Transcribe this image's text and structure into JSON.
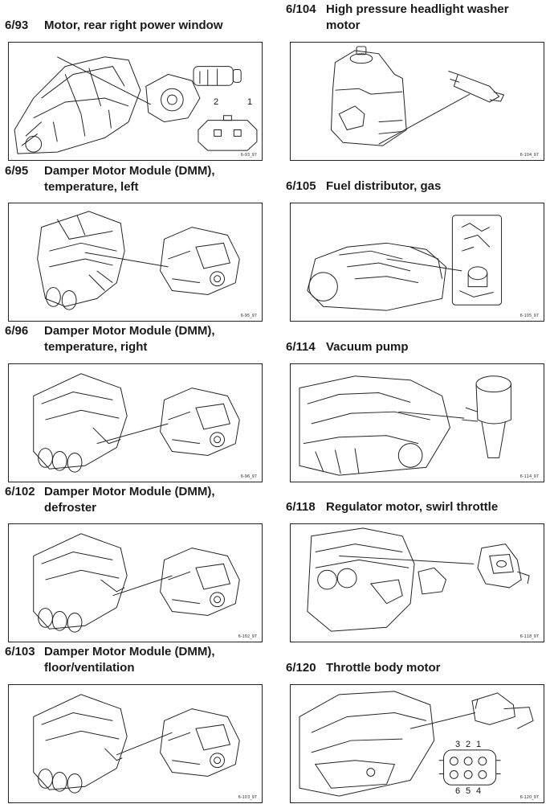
{
  "left_column": [
    {
      "code": "6/93",
      "title_lines": [
        "Motor, rear right power window"
      ],
      "figure_ref": "6-93_97",
      "pins": [
        "2",
        "1"
      ]
    },
    {
      "code": "6/95",
      "title_lines": [
        "Damper Motor Module (DMM),",
        "temperature, left"
      ],
      "figure_ref": "6-95_97"
    },
    {
      "code": "6/96",
      "title_lines": [
        "Damper Motor Module (DMM),",
        "temperature, right"
      ],
      "figure_ref": "6-96_97"
    },
    {
      "code": "6/102",
      "title_lines": [
        "Damper Motor Module (DMM),",
        "defroster"
      ],
      "figure_ref": "6-102_97"
    },
    {
      "code": "6/103",
      "title_lines": [
        "Damper Motor Module (DMM),",
        "floor/ventilation"
      ],
      "figure_ref": "6-103_97"
    }
  ],
  "right_column": [
    {
      "code": "6/104",
      "title_lines": [
        "High pressure headlight washer",
        "motor"
      ],
      "figure_ref": "6-104_97"
    },
    {
      "code": "6/105",
      "title_lines": [
        "Fuel distributor, gas"
      ],
      "figure_ref": "6-105_97"
    },
    {
      "code": "6/114",
      "title_lines": [
        "Vacuum pump"
      ],
      "figure_ref": "6-114_97"
    },
    {
      "code": "6/118",
      "title_lines": [
        "Regulator motor, swirl throttle"
      ],
      "figure_ref": "6-118_97"
    },
    {
      "code": "6/120",
      "title_lines": [
        "Throttle body motor"
      ],
      "figure_ref": "6-120_97",
      "pins_top": [
        "3",
        "2",
        "1"
      ],
      "pins_bottom": [
        "6",
        "5",
        "4"
      ]
    }
  ]
}
